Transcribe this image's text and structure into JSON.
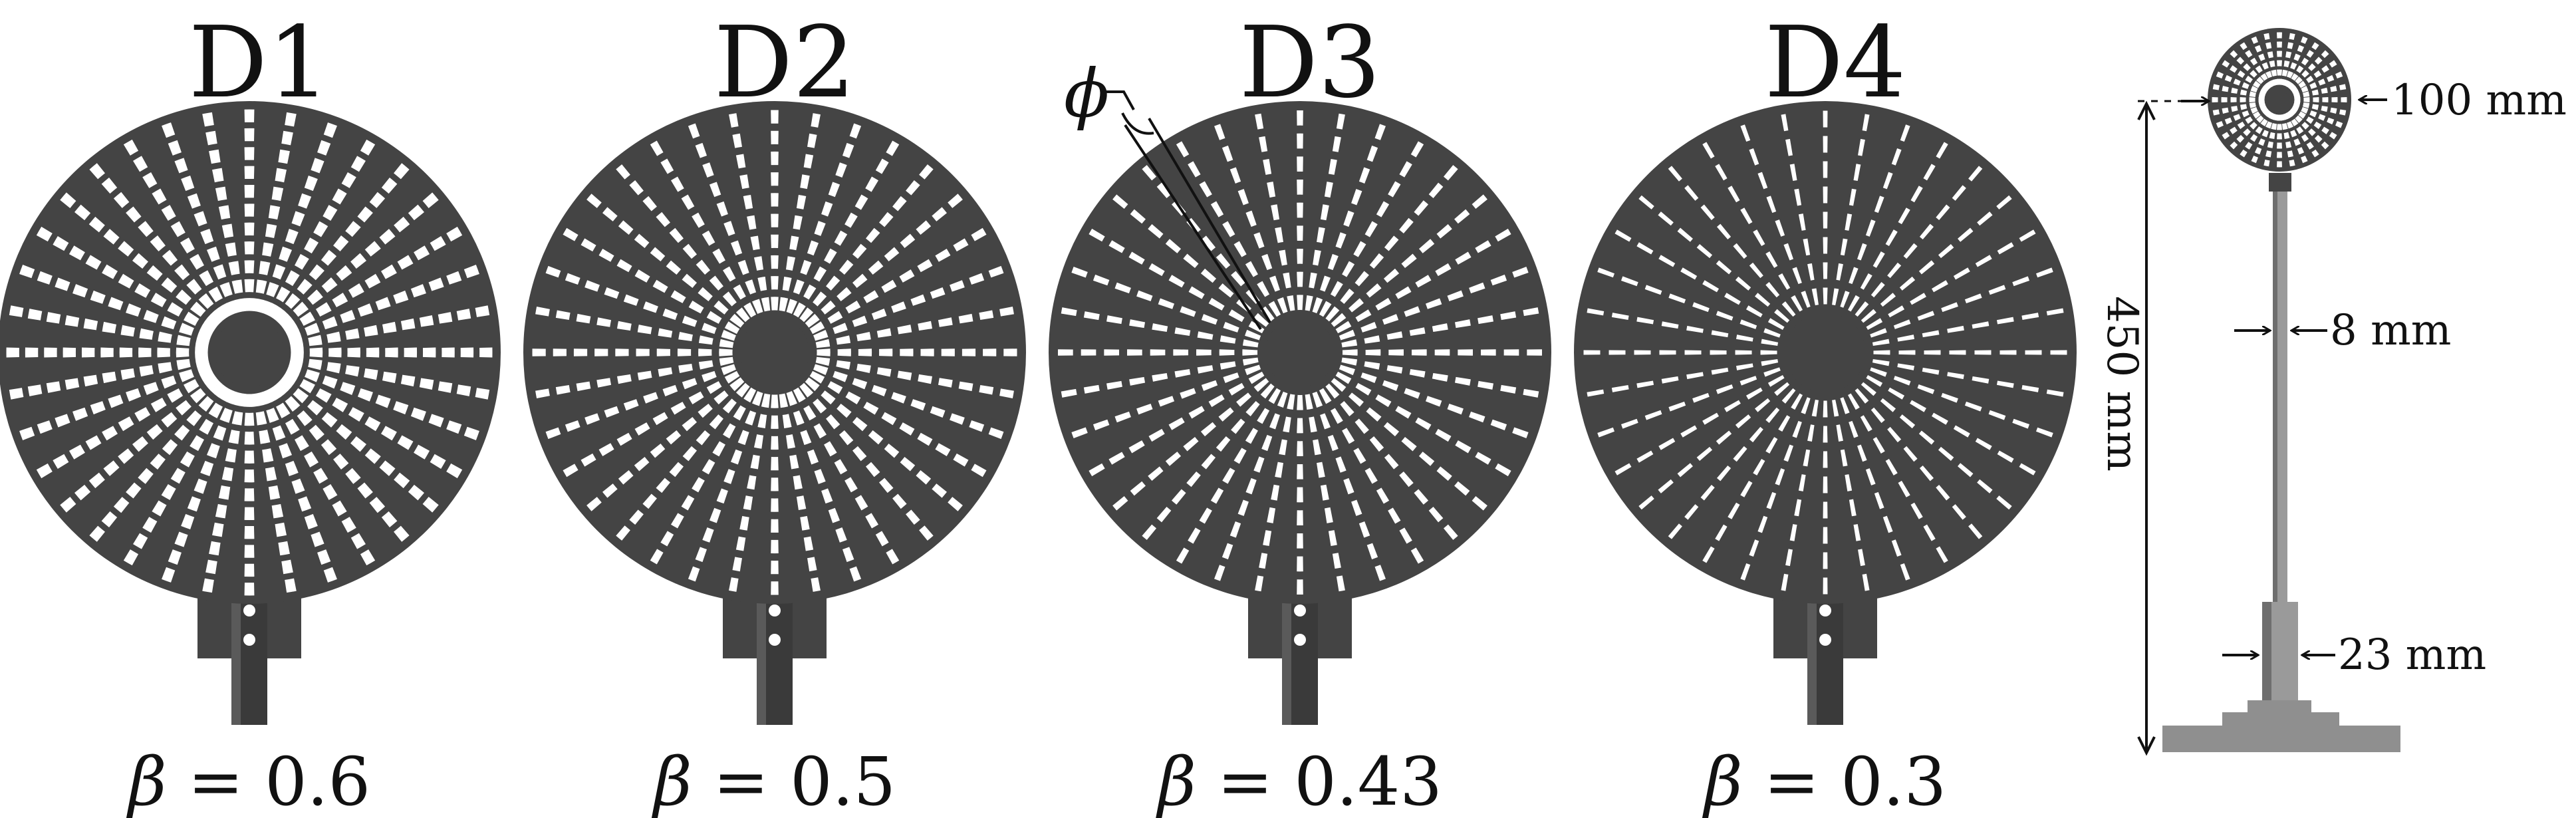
{
  "discs": [
    {
      "id": "D1",
      "title": "D1",
      "beta_symbol": "β",
      "beta_text": " = 0.6",
      "beta": 0.6
    },
    {
      "id": "D2",
      "title": "D2",
      "beta_symbol": "β",
      "beta_text": " = 0.5",
      "beta": 0.5
    },
    {
      "id": "D3",
      "title": "D3",
      "beta_symbol": "β",
      "beta_text": " = 0.43",
      "beta": 0.43
    },
    {
      "id": "D4",
      "title": "D4",
      "beta_symbol": "β",
      "beta_text": " = 0.3",
      "beta": 0.3
    }
  ],
  "phi_label": "ϕ",
  "assembly": {
    "disc_diameter": "100 mm",
    "height": "450 mm",
    "rod_diameter": "8 mm",
    "base_diameter": "23 mm"
  },
  "colors": {
    "disc": "#444444",
    "rod": "#9a9a9a",
    "rod_dark": "#6e6e6e",
    "base": "#8f8f8f",
    "dim_line": "#111111"
  }
}
